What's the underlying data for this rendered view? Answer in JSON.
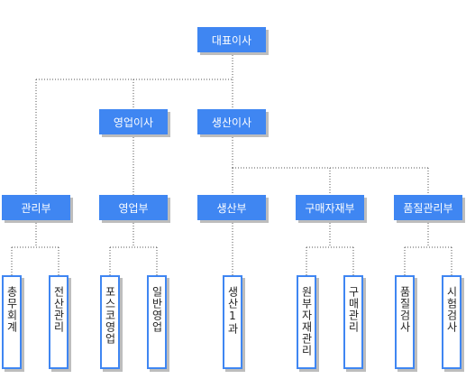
{
  "ceo": "대표이사",
  "executives": {
    "sales": "영업이사",
    "production": "생산이사"
  },
  "departments": {
    "admin": "관리부",
    "sales": "영업부",
    "production": "생산부",
    "purchasing": "구매자재부",
    "quality": "품질관리부"
  },
  "teams": {
    "general_accounting": "총무회계",
    "it": "전산관리",
    "posco_sales": "포스코영업",
    "general_sales": "일반영업",
    "production1": "생산1과",
    "materials": "원부자재관리",
    "purchase_mgmt": "구매관리",
    "quality_inspection": "품질검사",
    "test_inspection": "시험검사"
  },
  "colors": {
    "box_fill": "#3f86f2",
    "box_text": "#ffffff",
    "leaf_border": "#3f86f2",
    "connector": "#555555",
    "shadow": "#bdbdbd"
  }
}
